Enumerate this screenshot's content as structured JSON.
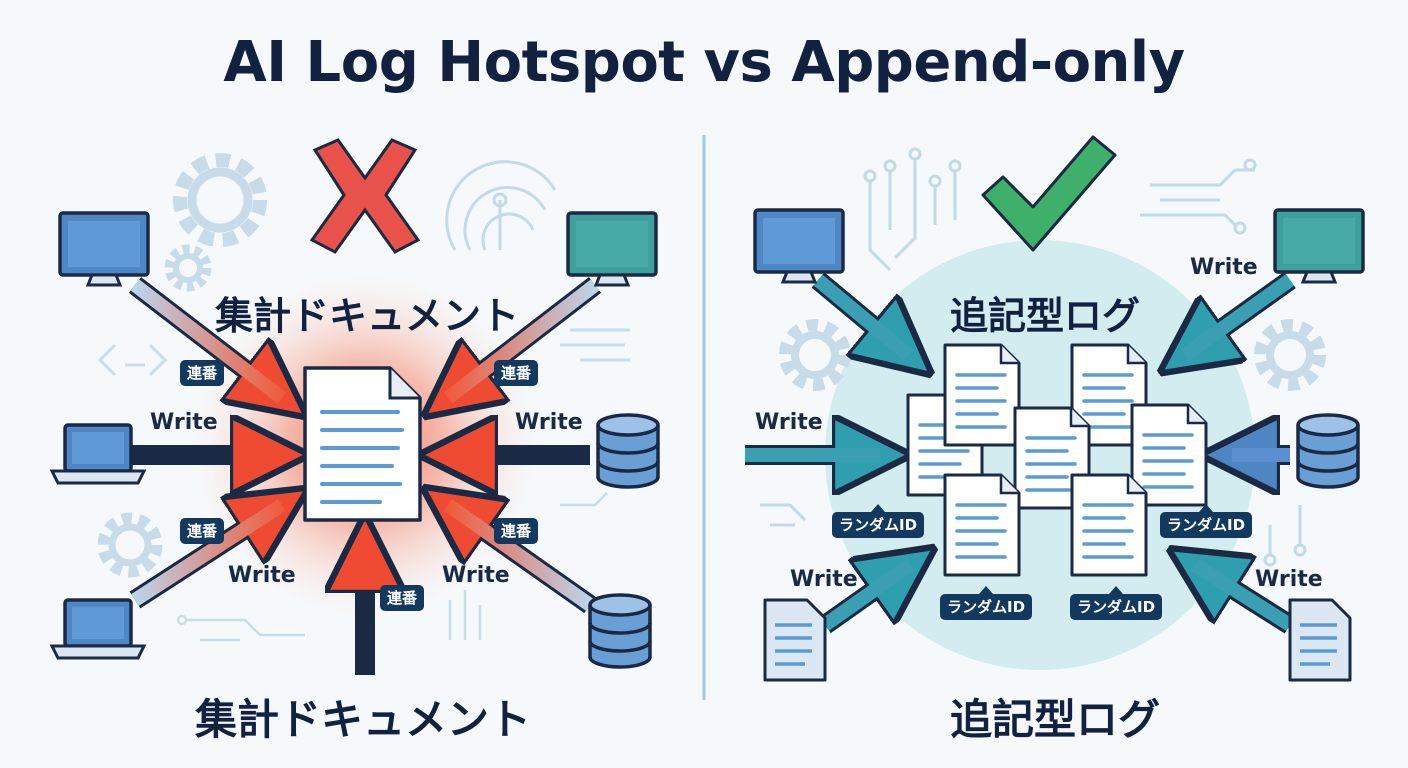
{
  "title": "AI Log Hotspot vs Append-only",
  "left_panel": {
    "label_top": "集計ドキュメント",
    "label_bottom": "集計ドキュメント",
    "write_label": "Write",
    "badge": "連番",
    "status": "x-mark-icon",
    "hotspot_color": "#f0553b"
  },
  "right_panel": {
    "label_top": "追記型ログ",
    "label_bottom": "追記型ログ",
    "write_label": "Write",
    "id_badge": "ランダムID",
    "status": "check-mark-icon",
    "accent_color": "#3aa79a"
  },
  "colors": {
    "title": "#12213f",
    "bad": "#e9524a",
    "good": "#3fb06a",
    "divider": "#a9c6d8"
  }
}
